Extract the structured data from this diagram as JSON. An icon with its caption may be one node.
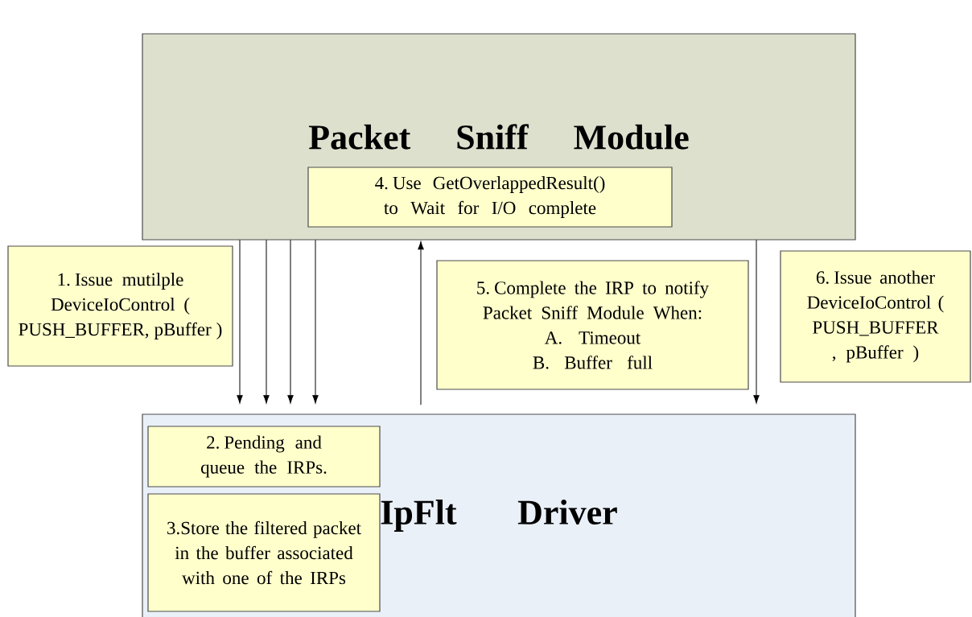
{
  "diagram": {
    "nodes": [
      {
        "text": [
          "Packet Sniff Module"
        ]
      },
      {
        "text": [
          "4. Use GetOverlappedResult() to Wait for I/O complete"
        ],
        "in": 0
      },
      {
        "text": [
          "1. Issue mutilple DeviceIoControl ( PUSH_BUFFER, pBuffer )"
        ]
      },
      {
        "text": [
          "5. Complete the IRP to notify Packet Sniff Module When:",
          "A. Timeout",
          "B. Buffer full"
        ]
      },
      {
        "text": [
          "6. Issue another DeviceIoControl ( PUSH_BUFFER , pBuffer )"
        ]
      },
      {
        "text": [
          "IpFlt Driver"
        ]
      },
      {
        "text": [
          "2. Pending and queue the IRPs."
        ],
        "in": 5
      },
      {
        "text": [
          "3.Store the filtered packet in the buffer associated with one of the IRPs"
        ],
        "in": 5
      }
    ],
    "edges": [
      {
        "from": 0,
        "to": 5,
        "arrow": "to"
      },
      {
        "from": 0,
        "to": 5,
        "arrow": "to"
      },
      {
        "from": 0,
        "to": 5,
        "arrow": "to"
      },
      {
        "from": 0,
        "to": 5,
        "arrow": "to"
      },
      {
        "from": 5,
        "to": 0,
        "arrow": "to"
      },
      {
        "from": 0,
        "to": 5,
        "arrow": "to"
      }
    ]
  }
}
